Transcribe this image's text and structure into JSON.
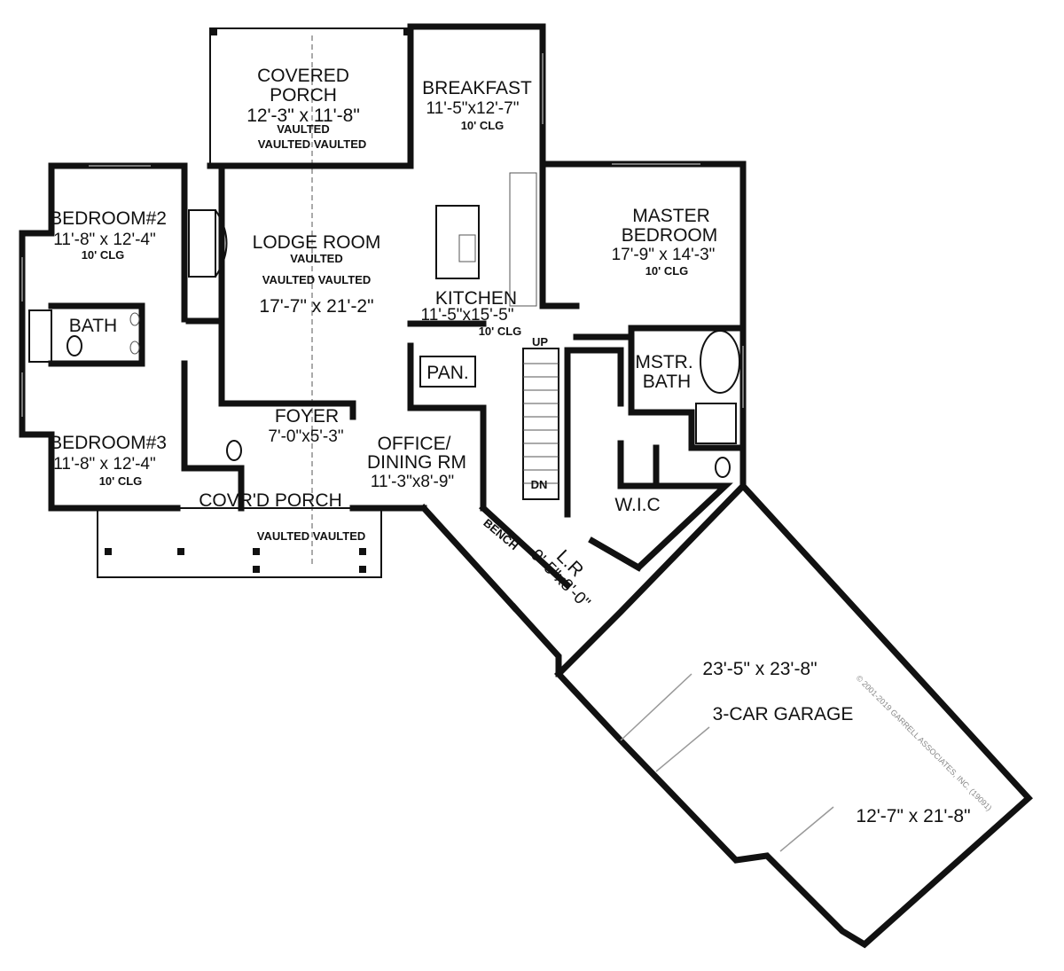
{
  "rooms": {
    "covered_porch_rear": {
      "name_line1": "COVERED",
      "name_line2": "PORCH",
      "size": "12'-3\" x 11'-8\"",
      "note1": "VAULTED",
      "note2": "VAULTED VAULTED"
    },
    "breakfast": {
      "name": "BREAKFAST",
      "size": "11'-5\"x12'-7\"",
      "ceiling": "10' CLG"
    },
    "bedroom2": {
      "name": "BEDROOM#2",
      "size": "11'-8\" x 12'-4\"",
      "ceiling": "10' CLG"
    },
    "lodge_room": {
      "name": "LODGE ROOM",
      "note1": "VAULTED",
      "note2": "VAULTED VAULTED",
      "size": "17'-7\" x 21'-2\""
    },
    "kitchen": {
      "name": "KITCHEN",
      "size": "11'-5\"x15'-5\"",
      "ceiling": "10' CLG"
    },
    "master_bedroom": {
      "name_line1": "MASTER",
      "name_line2": "BEDROOM",
      "size": "17'-9\" x 14'-3\"",
      "ceiling": "10' CLG"
    },
    "bath": {
      "name": "BATH"
    },
    "pantry": {
      "name": "PAN."
    },
    "stairs": {
      "up": "UP",
      "down": "DN"
    },
    "master_bath": {
      "name_line1": "MSTR.",
      "name_line2": "BATH"
    },
    "foyer": {
      "name": "FOYER",
      "size": "7'-0\"x5'-3\""
    },
    "office": {
      "name_line1": "OFFICE/",
      "name_line2": "DINING RM",
      "size": "11'-3\"x8'-9\""
    },
    "bedroom3": {
      "name": "BEDROOM#3",
      "size": "11'-8\" x 12'-4\"",
      "ceiling": "10' CLG"
    },
    "covrd_porch": {
      "name": "COVR'D PORCH",
      "note": "VAULTED VAULTED"
    },
    "wic": {
      "name": "W.I.C"
    },
    "bench": {
      "name": "BENCH"
    },
    "laundry": {
      "name": "L.R",
      "size": "9'-5\"x8'-0\""
    },
    "garage": {
      "size_main": "23'-5\" x 23'-8\"",
      "name": "3-CAR GARAGE",
      "size_bay": "12'-7\" x 21'-8\""
    }
  },
  "copyright": "© 2001-2019 GARRELL ASSOCIATES, INC. (19091)"
}
